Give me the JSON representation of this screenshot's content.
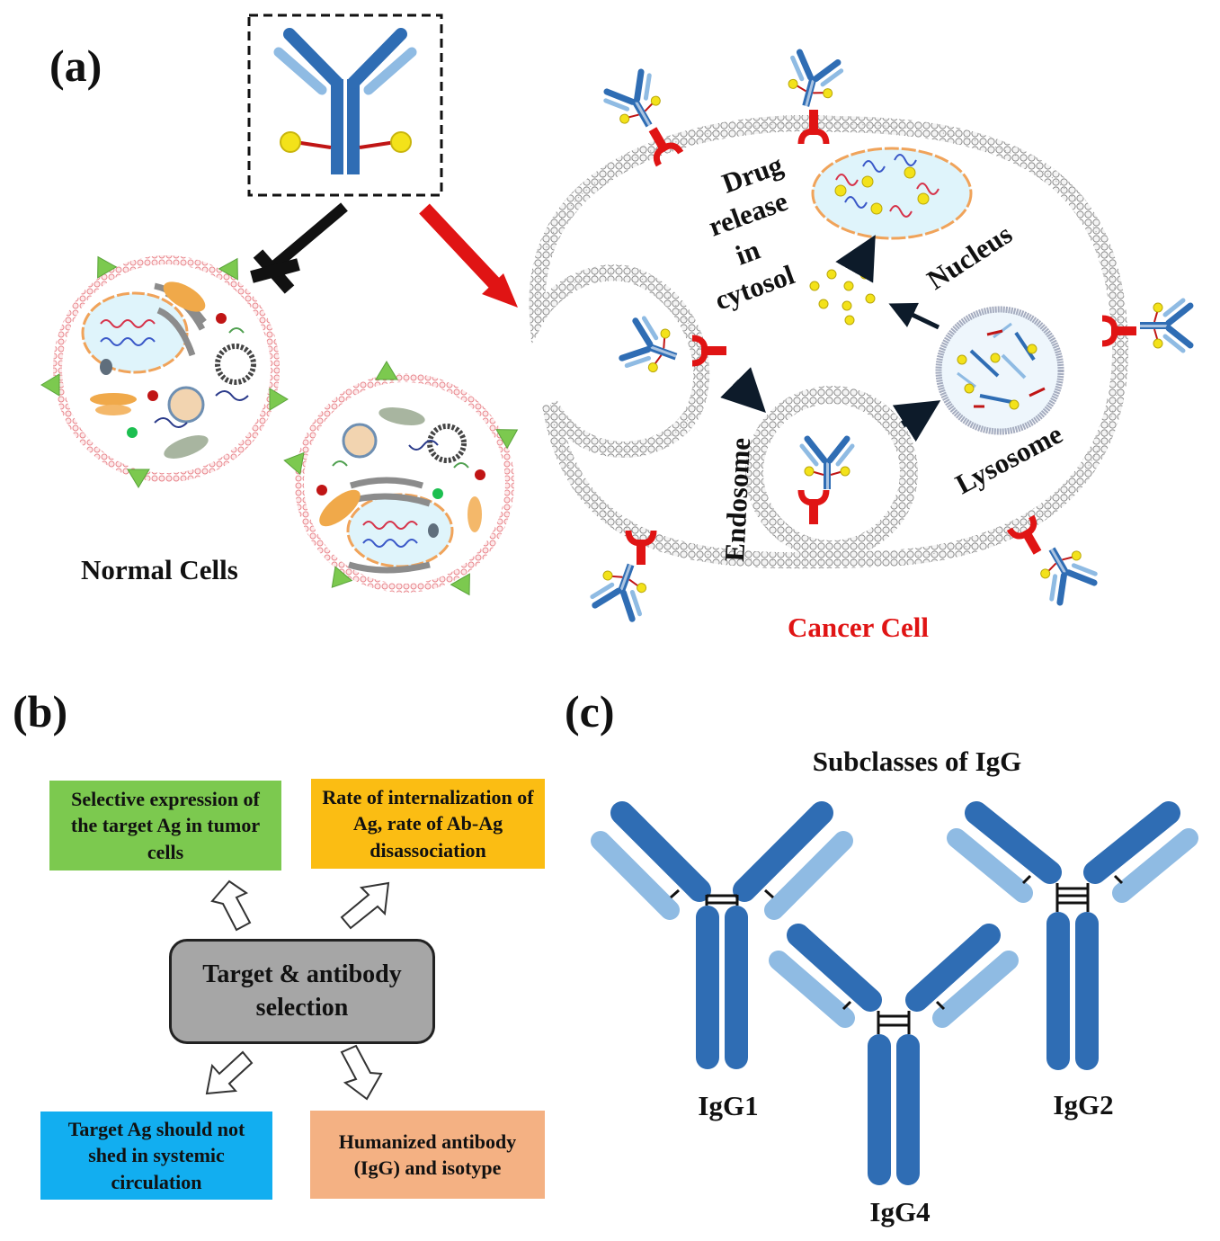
{
  "panels": {
    "a": "(a)",
    "b": "(b)",
    "c": "(c)"
  },
  "panel_a": {
    "drug_release": [
      "Drug",
      "release",
      "in",
      "cytosol"
    ],
    "nucleus": "Nucleus",
    "endosome": "Endosome",
    "lysosome": "Lysosome",
    "normal_cells": "Normal Cells",
    "cancer_cell": "Cancer Cell"
  },
  "panel_b": {
    "center": "Target & antibody selection",
    "top_left": "Selective expression of the target Ag in tumor cells",
    "top_right": "Rate of internalization of Ag, rate of Ab-Ag disassociation",
    "bottom_left": "Target Ag should not shed in systemic circulation",
    "bottom_right": "Humanized antibody (IgG) and isotype"
  },
  "panel_c": {
    "title": "Subclasses of IgG",
    "igg1": "IgG1",
    "igg2": "IgG2",
    "igg4": "IgG4"
  },
  "colors": {
    "antibody_dark": "#2f6db4",
    "antibody_light": "#8fbbe3",
    "receptor": "#e01414",
    "drug": "#f3e21a",
    "cancer_label": "#e01414",
    "box_green": "#7cc94f",
    "box_orange": "#fbbd13",
    "box_blue": "#12aef0",
    "box_salmon": "#f4b183",
    "center_box": "#a6a6a6"
  }
}
